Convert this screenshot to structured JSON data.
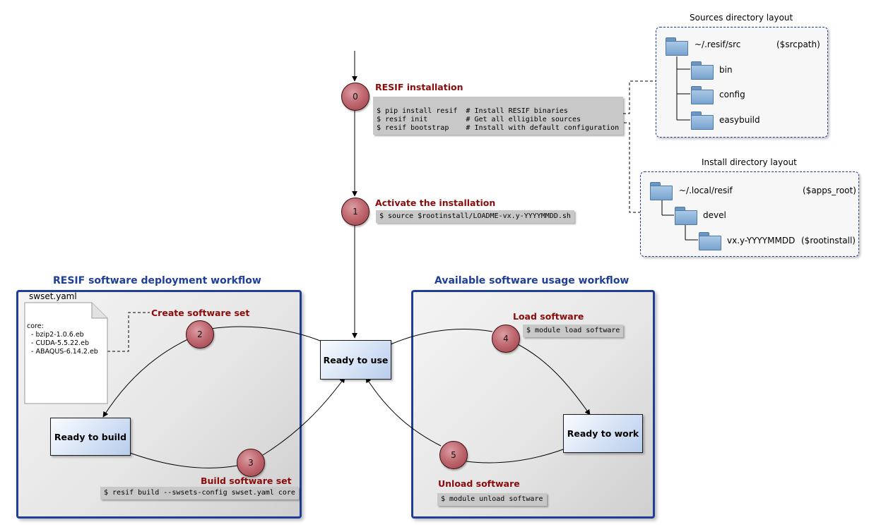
{
  "sources_layout": {
    "title": "Sources directory layout",
    "root": {
      "name": "~/.resif/src",
      "var": "($srcpath)"
    },
    "children": [
      "bin",
      "config",
      "easybuild"
    ]
  },
  "install_layout": {
    "title": "Install directory layout",
    "root": {
      "name": "~/.local/resif",
      "var": "($apps_root)"
    },
    "level1": "devel",
    "level2": {
      "name": "vx.y-YYYYMMDD",
      "var": "($rootinstall)"
    }
  },
  "steps": {
    "s0": {
      "num": "0",
      "title": "RESIF installation",
      "code": [
        "$ pip install resif  # Install RESIF binaries",
        "$ resif init         # Get all elligible sources",
        "$ resif bootstrap    # Install with default configuration"
      ]
    },
    "s1": {
      "num": "1",
      "title": "Activate the installation",
      "code": [
        "$ source $rootinstall/LOADME-vx.y-YYYYMMDD.sh"
      ]
    },
    "s2": {
      "num": "2",
      "title": "Create software set"
    },
    "s3": {
      "num": "3",
      "title": "Build software set",
      "code": [
        "$ resif build --swsets-config swset.yaml core"
      ]
    },
    "s4": {
      "num": "4",
      "title": "Load software",
      "code": [
        "$ module load software"
      ]
    },
    "s5": {
      "num": "5",
      "title": "Unload software",
      "code": [
        "$ module unload software"
      ]
    }
  },
  "panels": {
    "deploy": {
      "title": "RESIF software deployment workflow"
    },
    "usage": {
      "title": "Available software usage workflow"
    }
  },
  "states": {
    "ready_use": "Ready to use",
    "ready_build": "Ready to build",
    "ready_work": "Ready to work"
  },
  "swset": {
    "filename": "swset.yaml",
    "lines": [
      "core:",
      "  - bzip2-1.0.6.eb",
      "  - CUDA-5.5.22.eb",
      "  - ABAQUS-6.14.2.eb"
    ]
  }
}
